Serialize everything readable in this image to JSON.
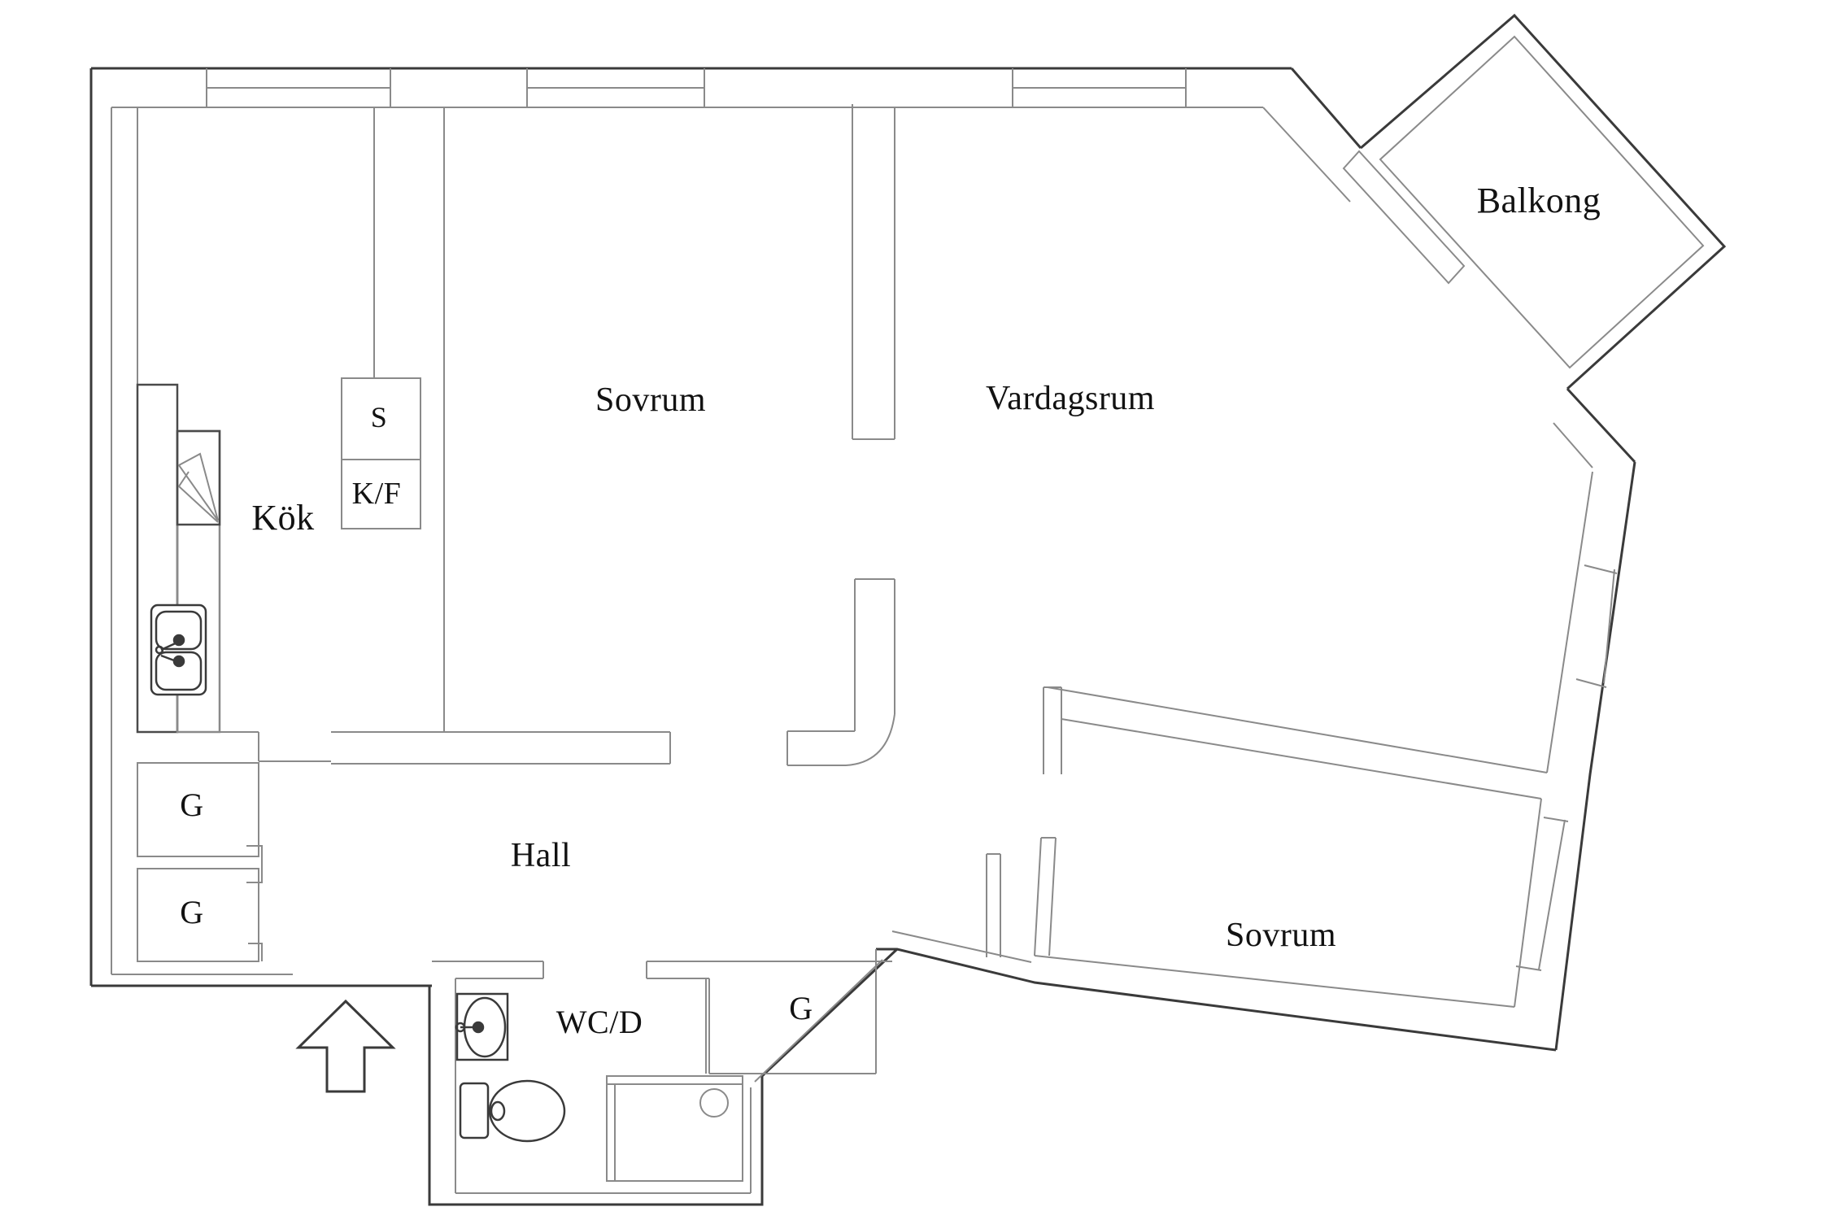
{
  "plan": {
    "type": "apartment-floor-plan",
    "language": "Swedish",
    "rooms": {
      "kok": {
        "label": "Kök"
      },
      "sovrum1": {
        "label": "Sovrum"
      },
      "vardagsrum": {
        "label": "Vardagsrum"
      },
      "balkong": {
        "label": "Balkong"
      },
      "hall": {
        "label": "Hall"
      },
      "wcd": {
        "label": "WC/D"
      },
      "sovrum2": {
        "label": "Sovrum"
      },
      "g1": {
        "label": "G"
      },
      "g2": {
        "label": "G"
      },
      "g3": {
        "label": "G"
      },
      "s_cabinet": {
        "label": "S"
      },
      "kf_cabinet": {
        "label": "K/F"
      }
    },
    "fixtures": [
      "stove-icon",
      "kitchen-double-sink-icon",
      "washbasin-icon",
      "toilet-icon",
      "shower-icon",
      "entry-arrow-icon",
      "window-icon"
    ],
    "colors": {
      "background": "#ffffff",
      "exterior_wall": "#3a3a3a",
      "interior_wall": "#8a8a8a",
      "fixture_line": "#6e6e6e",
      "text": "#121212"
    }
  }
}
